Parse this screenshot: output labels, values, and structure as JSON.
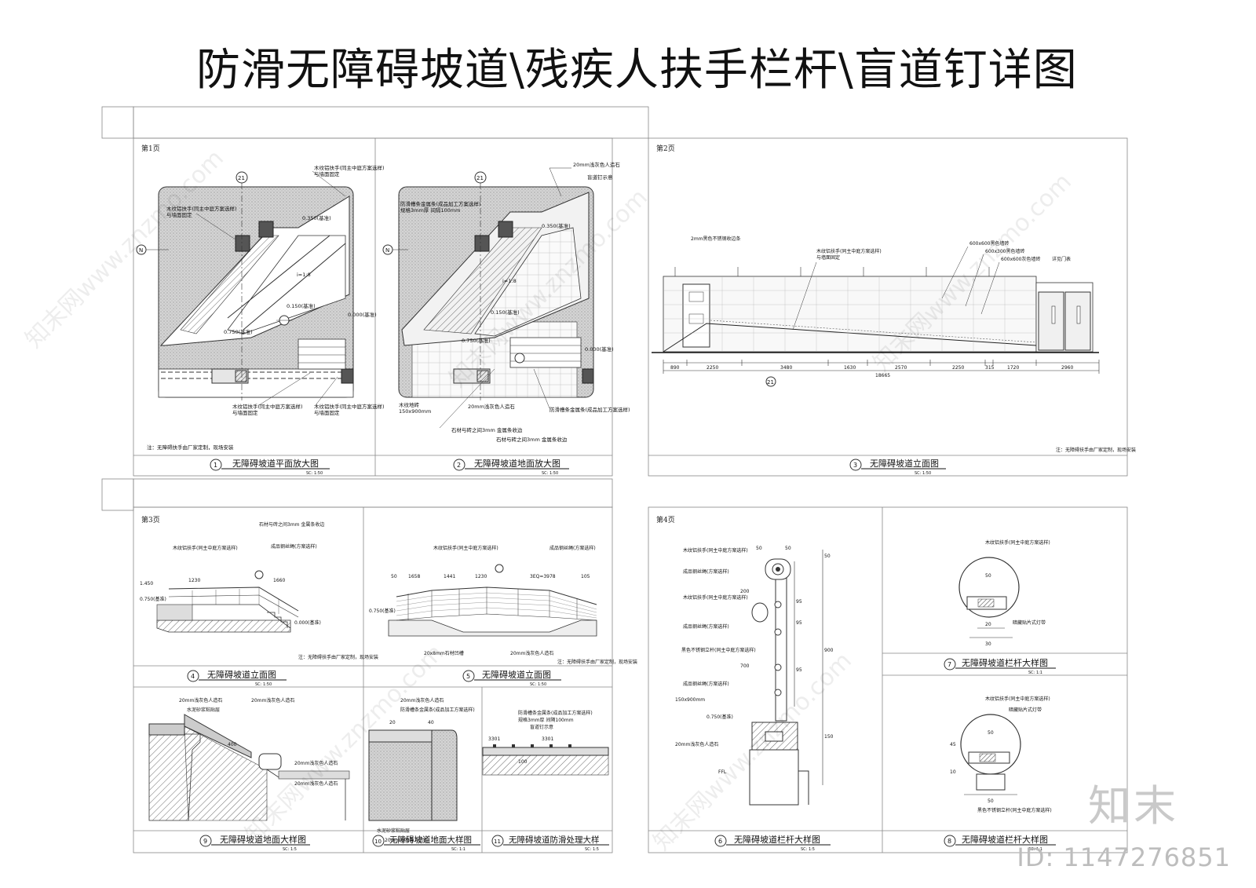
{
  "title": "防滑无障碍坡道\\残疾人扶手栏杆\\盲道钉详图",
  "pages": [
    {
      "label": "第1页"
    },
    {
      "label": "第2页"
    },
    {
      "label": "第3页"
    },
    {
      "label": "第4页"
    }
  ],
  "drawings": [
    {
      "num": "1",
      "name": "无障碍坡道平面放大图",
      "scale": "SC:    1:50"
    },
    {
      "num": "2",
      "name": "无障碍坡道地面放大图",
      "scale": "SC:    1:50"
    },
    {
      "num": "3",
      "name": "无障碍坡道立面图",
      "scale": "SC:    1:50"
    },
    {
      "num": "4",
      "name": "无障碍坡道立面图",
      "scale": "SC:    1:50"
    },
    {
      "num": "5",
      "name": "无障碍坡道立面图",
      "scale": "SC:    1:50"
    },
    {
      "num": "9",
      "name": "无障碍坡道地面大样图",
      "scale": "SC:    1:5"
    },
    {
      "num": "10",
      "name": "无障碍坡道地面大样图",
      "scale": "SC:    1:1"
    },
    {
      "num": "11",
      "name": "无障碍坡道防滑处理大样",
      "scale": "SC:    1:5"
    },
    {
      "num": "6",
      "name": "无障碍坡道栏杆大样图",
      "scale": "SC:    1:5"
    },
    {
      "num": "7",
      "name": "无障碍坡道栏杆大样图",
      "scale": "SC:    1:1"
    },
    {
      "num": "8",
      "name": "无障碍坡道栏杆大样图",
      "scale": "SC:    1:1"
    }
  ],
  "annotations": {
    "slope_ratio": "i=1:8",
    "elev_0350": "0.350(基准)",
    "elev_0750": "0.750(基准)",
    "elev_0150": "0.150(基准)",
    "elev_0000": "0.000(基准)",
    "grid_21": "21",
    "north": "N",
    "handrail_note": "木纹铝扶手(同主中庭方案选样)",
    "fix_note": "与墙面固定",
    "stone_20": "20mm浅灰色人造石",
    "blind_nail": "盲道钉示意",
    "anti_slip": "防滑槽条金属条(成品加工方案选样)",
    "anti_slip_size": "规格3mm厚 间隔100mm",
    "stone_gap": "石材与砖之间3mm 金属条收边",
    "blind_stone": "木纹地砖",
    "size_150x900": "150x900mm",
    "page1_note": "注：无障碍扶手由厂家定制，现场安装",
    "elev_steel": "2mm黑色不锈钢收边条",
    "tile_a": "600x600黑色墙砖",
    "tile_b": "600x300黑色墙砖",
    "tile_c": "600x600灰色墙砖",
    "door_note": "详见门表",
    "total_dim": "18665",
    "dim_1": "890",
    "dim_2": "2250",
    "dim_3": "3480",
    "dim_4": "1630",
    "dim_5": "2570",
    "dim_6": "2250",
    "dim_7": "315",
    "dim_8": "1720",
    "dim_9": "2960",
    "rail_d50": "50",
    "rail_d20": "20",
    "rail_d30": "30",
    "rail_d900": "900",
    "rail_d700": "700",
    "rail_d150": "150",
    "rail_d200": "200",
    "rail_d95": "95",
    "rail_h45": "45",
    "rail_h10": "10",
    "led_strip": "暗藏贴片式灯带",
    "steel_post": "黑色不锈钢立杆(同主中庭方案选样)",
    "cable": "成品钢丝绳(方案选样)",
    "ffl": "FFL",
    "d_1230": "1230",
    "d_1660": "1660",
    "d_1658": "1658",
    "d_1441": "1441",
    "d_3978": "3EQ=3978",
    "d_50": "50",
    "d_105": "105",
    "d_400": "400",
    "d_20": "20",
    "d_40": "40",
    "d_100": "100",
    "d_3301": "3301",
    "elev_1450": "1.450",
    "groove": "20x8mm石材凹槽",
    "mortar": "水泥砂浆粘贴层"
  },
  "watermark": {
    "brand": "知末",
    "id": "ID: 1147276851",
    "diag": "知末网www.znzmo.com"
  }
}
